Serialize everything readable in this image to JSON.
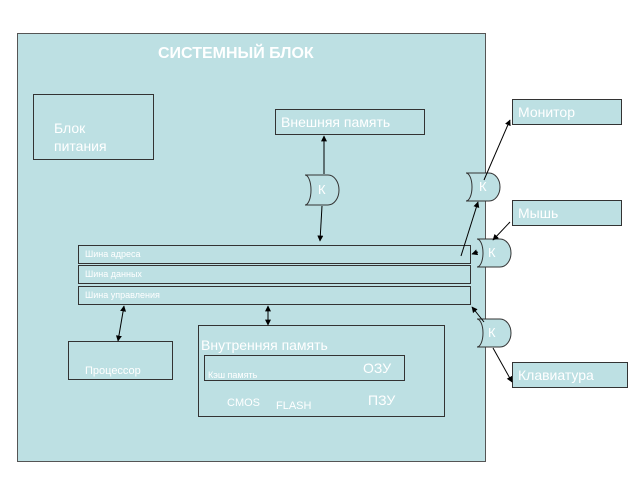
{
  "system_unit": {
    "title": "СИСТЕМНЫЙ БЛОК"
  },
  "power_supply": {
    "line1": "Блок",
    "line2": "питания"
  },
  "external_memory": {
    "label": "Внешняя память"
  },
  "controller": {
    "label": "К"
  },
  "buses": {
    "address": "Шина адреса",
    "data": "Шина данных",
    "control": "Шина управления"
  },
  "processor": {
    "label": "Процессор"
  },
  "internal_memory": {
    "label": "Внутренняя память",
    "cache": "Кэш память",
    "ram": "ОЗУ",
    "cmos": "CMOS",
    "flash": "FLASH",
    "rom": "ПЗУ"
  },
  "devices": {
    "monitor": "Монитор",
    "mouse": "Мышь",
    "keyboard": "Клавиатура"
  },
  "colors": {
    "fill": "#bde0e3",
    "text": "#ffffff",
    "stroke": "#333333"
  }
}
